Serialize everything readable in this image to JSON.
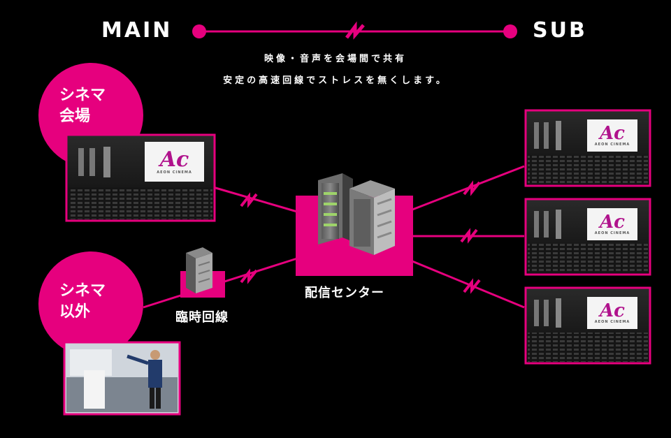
{
  "header": {
    "main_label": "MAIN",
    "sub_label": "SUB"
  },
  "tagline": {
    "line1": "映像・音声を会場間で共有",
    "line2": "安定の高速回線でストレスを無くします。"
  },
  "venues": {
    "cinema": {
      "line1": "シネマ",
      "line2": "会場"
    },
    "non_cinema": {
      "line1": "シネマ",
      "line2": "以外"
    }
  },
  "nodes": {
    "temporary_line": "臨時回線",
    "distribution_center": "配信センター"
  },
  "screen_logo": {
    "mark": "Ac",
    "caption": "AEON CINEMA"
  },
  "colors": {
    "accent": "#e6007e",
    "background": "#000000",
    "line": "#e6007e"
  },
  "icons": [
    "lightning-icon",
    "server-icon",
    "screen-logo"
  ]
}
